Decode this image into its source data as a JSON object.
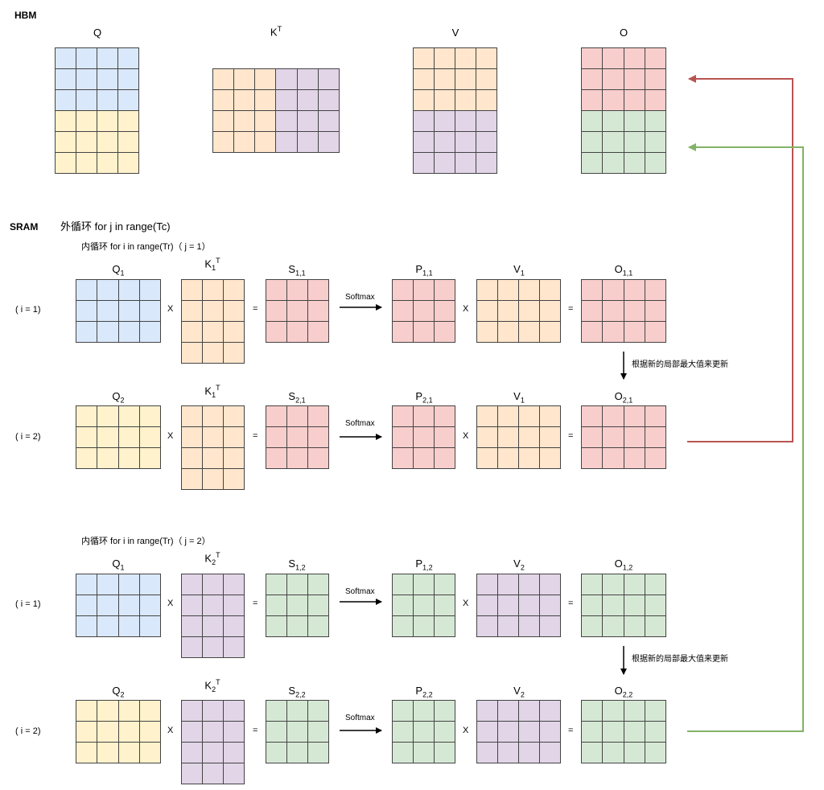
{
  "hbm": {
    "label": "HBM",
    "q": "Q",
    "kt": "K",
    "kt_sup": "T",
    "v": "V",
    "o": "O"
  },
  "sram": {
    "label": "SRAM",
    "outer_loop": "外循环 for j in range(Tc)"
  },
  "inner1": {
    "label": "内循环 for i in range(Tr)（ j = 1）",
    "row1": {
      "i_label": "( i = 1)",
      "q": "Q",
      "q_sub": "1",
      "k": "K",
      "k_sub": "1",
      "k_sup": "T",
      "s": "S",
      "s_sub": "1,1",
      "p": "P",
      "p_sub": "1,1",
      "v": "V",
      "v_sub": "1",
      "o": "O",
      "o_sub": "1,1"
    },
    "row2": {
      "i_label": "( i = 2)",
      "q": "Q",
      "q_sub": "2",
      "k": "K",
      "k_sub": "1",
      "k_sup": "T",
      "s": "S",
      "s_sub": "2,1",
      "p": "P",
      "p_sub": "2,1",
      "v": "V",
      "v_sub": "1",
      "o": "O",
      "o_sub": "2,1"
    },
    "update_note": "根据新的局部最大值来更新"
  },
  "inner2": {
    "label": "内循环 for i in range(Tr)（ j = 2）",
    "row1": {
      "i_label": "( i = 1)",
      "q": "Q",
      "q_sub": "1",
      "k": "K",
      "k_sub": "2",
      "k_sup": "T",
      "s": "S",
      "s_sub": "1,2",
      "p": "P",
      "p_sub": "1,2",
      "v": "V",
      "v_sub": "2",
      "o": "O",
      "o_sub": "1,2"
    },
    "row2": {
      "i_label": "( i = 2)",
      "q": "Q",
      "q_sub": "2",
      "k": "K",
      "k_sub": "2",
      "k_sup": "T",
      "s": "S",
      "s_sub": "2,2",
      "p": "P",
      "p_sub": "2,2",
      "v": "V",
      "v_sub": "2",
      "o": "O",
      "o_sub": "2,2"
    },
    "update_note": "根据新的局部最大值来更新"
  },
  "ops": {
    "multiply": "X",
    "equals": "=",
    "softmax": "Softmax"
  },
  "colors": {
    "blue": "#dae8fc",
    "yellow": "#fff2cc",
    "orange": "#ffe6cc",
    "purple": "#e1d5e7",
    "red": "#f8cecc",
    "green": "#d5e8d4",
    "arrow_red": "#b85450",
    "arrow_green": "#82b366"
  }
}
